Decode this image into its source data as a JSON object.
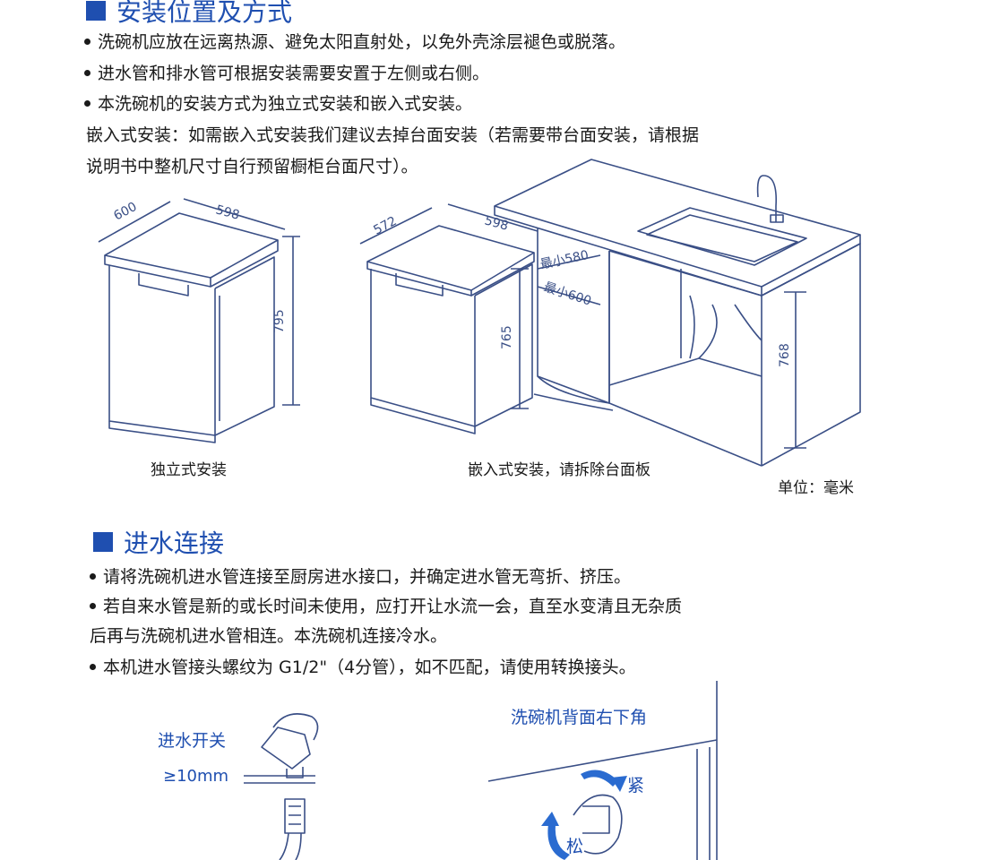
{
  "section1": {
    "title": "安装位置及方式",
    "bullets": [
      "洗碗机应放在远离热源、避免太阳直射处，以免外壳涂层褪色或脱落。",
      "进水管和排水管可根据安装需要安置于左侧或右侧。",
      "本洗碗机的安装方式为独立式安装和嵌入式安装。"
    ],
    "embedded_note_line1": "嵌入式安装：如需嵌入式安装我们建议去掉台面安装（若需要带台面安装，请根据",
    "embedded_note_line2": "说明书中整机尺寸自行预留橱柜台面尺寸）。"
  },
  "diagram_freestanding": {
    "depth": "600",
    "width": "598",
    "height": "795",
    "caption": "独立式安装"
  },
  "diagram_builtin": {
    "depth": "572",
    "width": "598",
    "min_height": "最小580",
    "min_width": "最小600",
    "height": "765",
    "cabinet_height": "768",
    "caption": "嵌入式安装，请拆除台面板"
  },
  "unit_note": "单位：毫米",
  "section2": {
    "title": "进水连接",
    "bullets": [
      "请将洗碗机进水管连接至厨房进水接口，并确定进水管无弯折、挤压。",
      "若自来水管是新的或长时间未使用，应打开让水流一会，直至水变清且无杂质",
      "本机进水管接头螺纹为 G1/2\"（4分管），如不匹配，请使用转换接头。"
    ],
    "bullet2_continuation": "后再与洗碗机进水管相连。本洗碗机连接冷水。"
  },
  "diagram_inlet": {
    "valve_label": "进水开关",
    "gap_label": "≥10mm",
    "back_corner_label": "洗碗机背面右下角",
    "tighten_label": "紧",
    "loosen_label": "松"
  },
  "colors": {
    "accent": "#1f4fb0",
    "line": "#3a4f86"
  }
}
